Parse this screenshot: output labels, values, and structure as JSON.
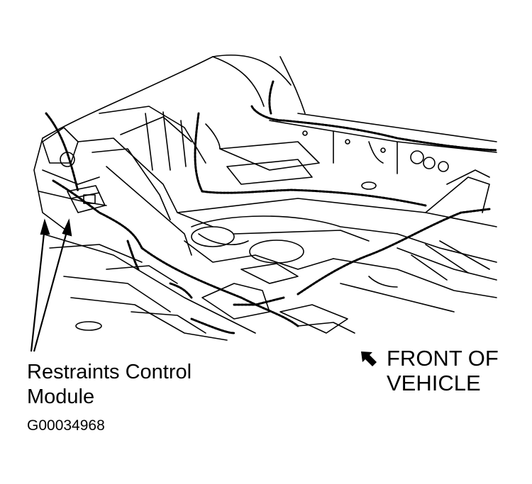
{
  "callouts": {
    "module_line1": "Restraints Control",
    "module_line2": "Module",
    "front_line1": "FRONT OF",
    "front_line2": "VEHICLE"
  },
  "figure_id": "G00034968",
  "icons": {
    "front_arrow": "arrow-up-left-icon"
  },
  "colors": {
    "line": "#000000",
    "background": "#ffffff"
  }
}
